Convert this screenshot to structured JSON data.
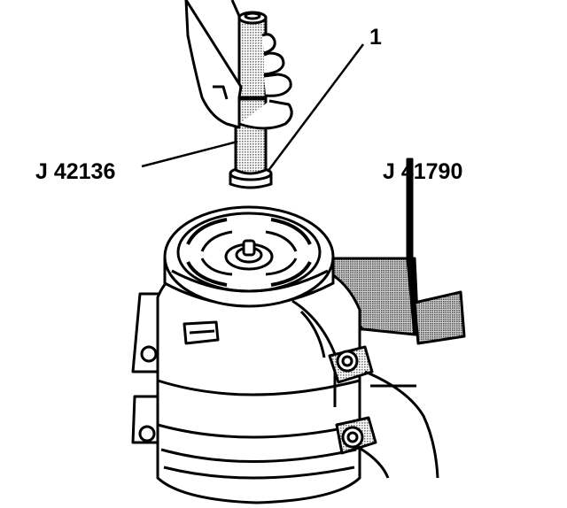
{
  "callouts": {
    "item_number": "1",
    "tool_installer": "J 42136",
    "tool_holding_fixture": "J 41790"
  },
  "colors": {
    "line": "#000000",
    "background": "#ffffff",
    "shade": "#9a9a9a"
  }
}
